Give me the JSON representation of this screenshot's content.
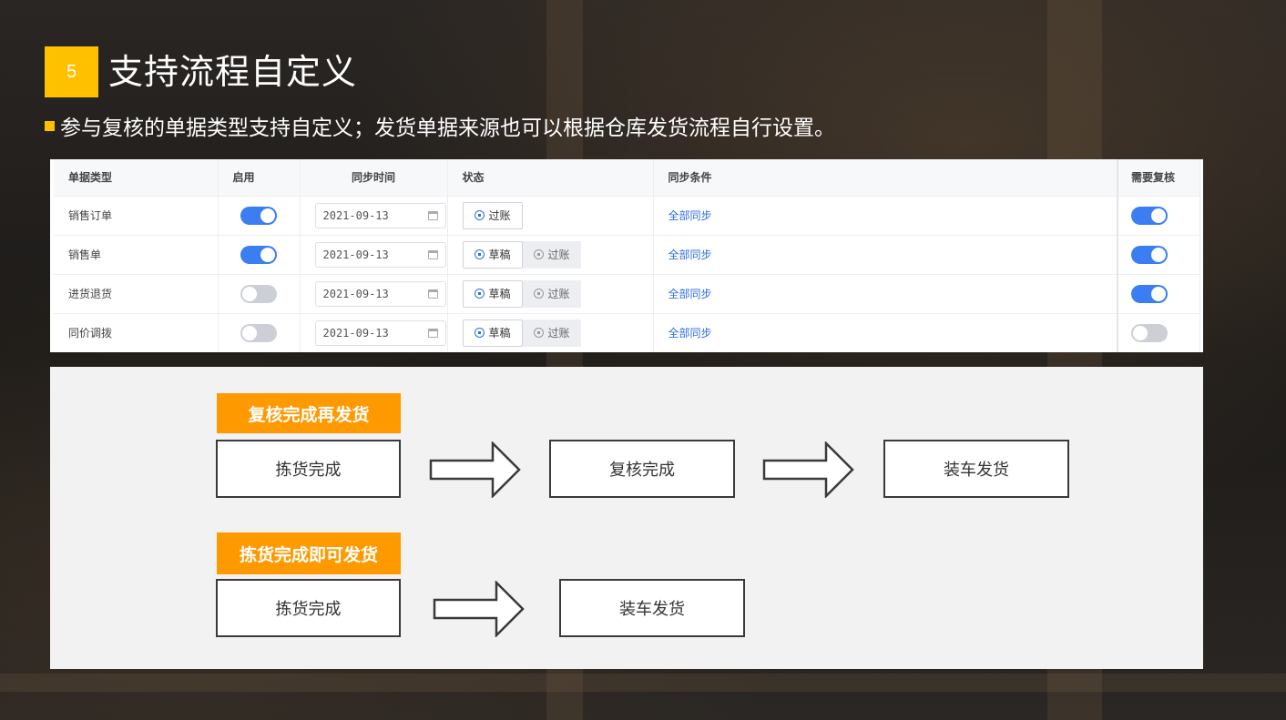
{
  "slide": {
    "number": "5",
    "title": "支持流程自定义",
    "subtitle": "参与复核的单据类型支持自定义；发货单据来源也可以根据仓库发货流程自行设置。"
  },
  "table": {
    "headers": {
      "doc_type": "单据类型",
      "enabled": "启用",
      "sync_time": "同步时间",
      "status": "状态",
      "sync_condition": "同步条件",
      "need_review": "需要复核"
    },
    "rows": [
      {
        "doc_type": "销售订单",
        "enabled": true,
        "sync_time": "2021-09-13",
        "draft_label": "",
        "posted_label": "过账",
        "posted_active": true,
        "sync_condition": "全部同步",
        "need_review": true
      },
      {
        "doc_type": "销售单",
        "enabled": true,
        "sync_time": "2021-09-13",
        "draft_label": "草稿",
        "posted_label": "过账",
        "posted_active": false,
        "sync_condition": "全部同步",
        "need_review": true
      },
      {
        "doc_type": "进货退货",
        "enabled": false,
        "sync_time": "2021-09-13",
        "draft_label": "草稿",
        "posted_label": "过账",
        "posted_active": false,
        "sync_condition": "全部同步",
        "need_review": true
      },
      {
        "doc_type": "同价调拨",
        "enabled": false,
        "sync_time": "2021-09-13",
        "draft_label": "草稿",
        "posted_label": "过账",
        "posted_active": false,
        "sync_condition": "全部同步",
        "need_review": false
      }
    ]
  },
  "flows": [
    {
      "label": "复核完成再发货",
      "steps": [
        "拣货完成",
        "复核完成",
        "装车发货"
      ]
    },
    {
      "label": "拣货完成即可发货",
      "steps": [
        "拣货完成",
        "装车发货"
      ]
    }
  ],
  "colors": {
    "accent_yellow": "#ffc000",
    "flow_orange": "#ff9900",
    "toggle_on": "#3a7ef2",
    "link_blue": "#2f6fe0"
  },
  "icons": {
    "date": "calendar-icon",
    "status": "coin-icon"
  }
}
